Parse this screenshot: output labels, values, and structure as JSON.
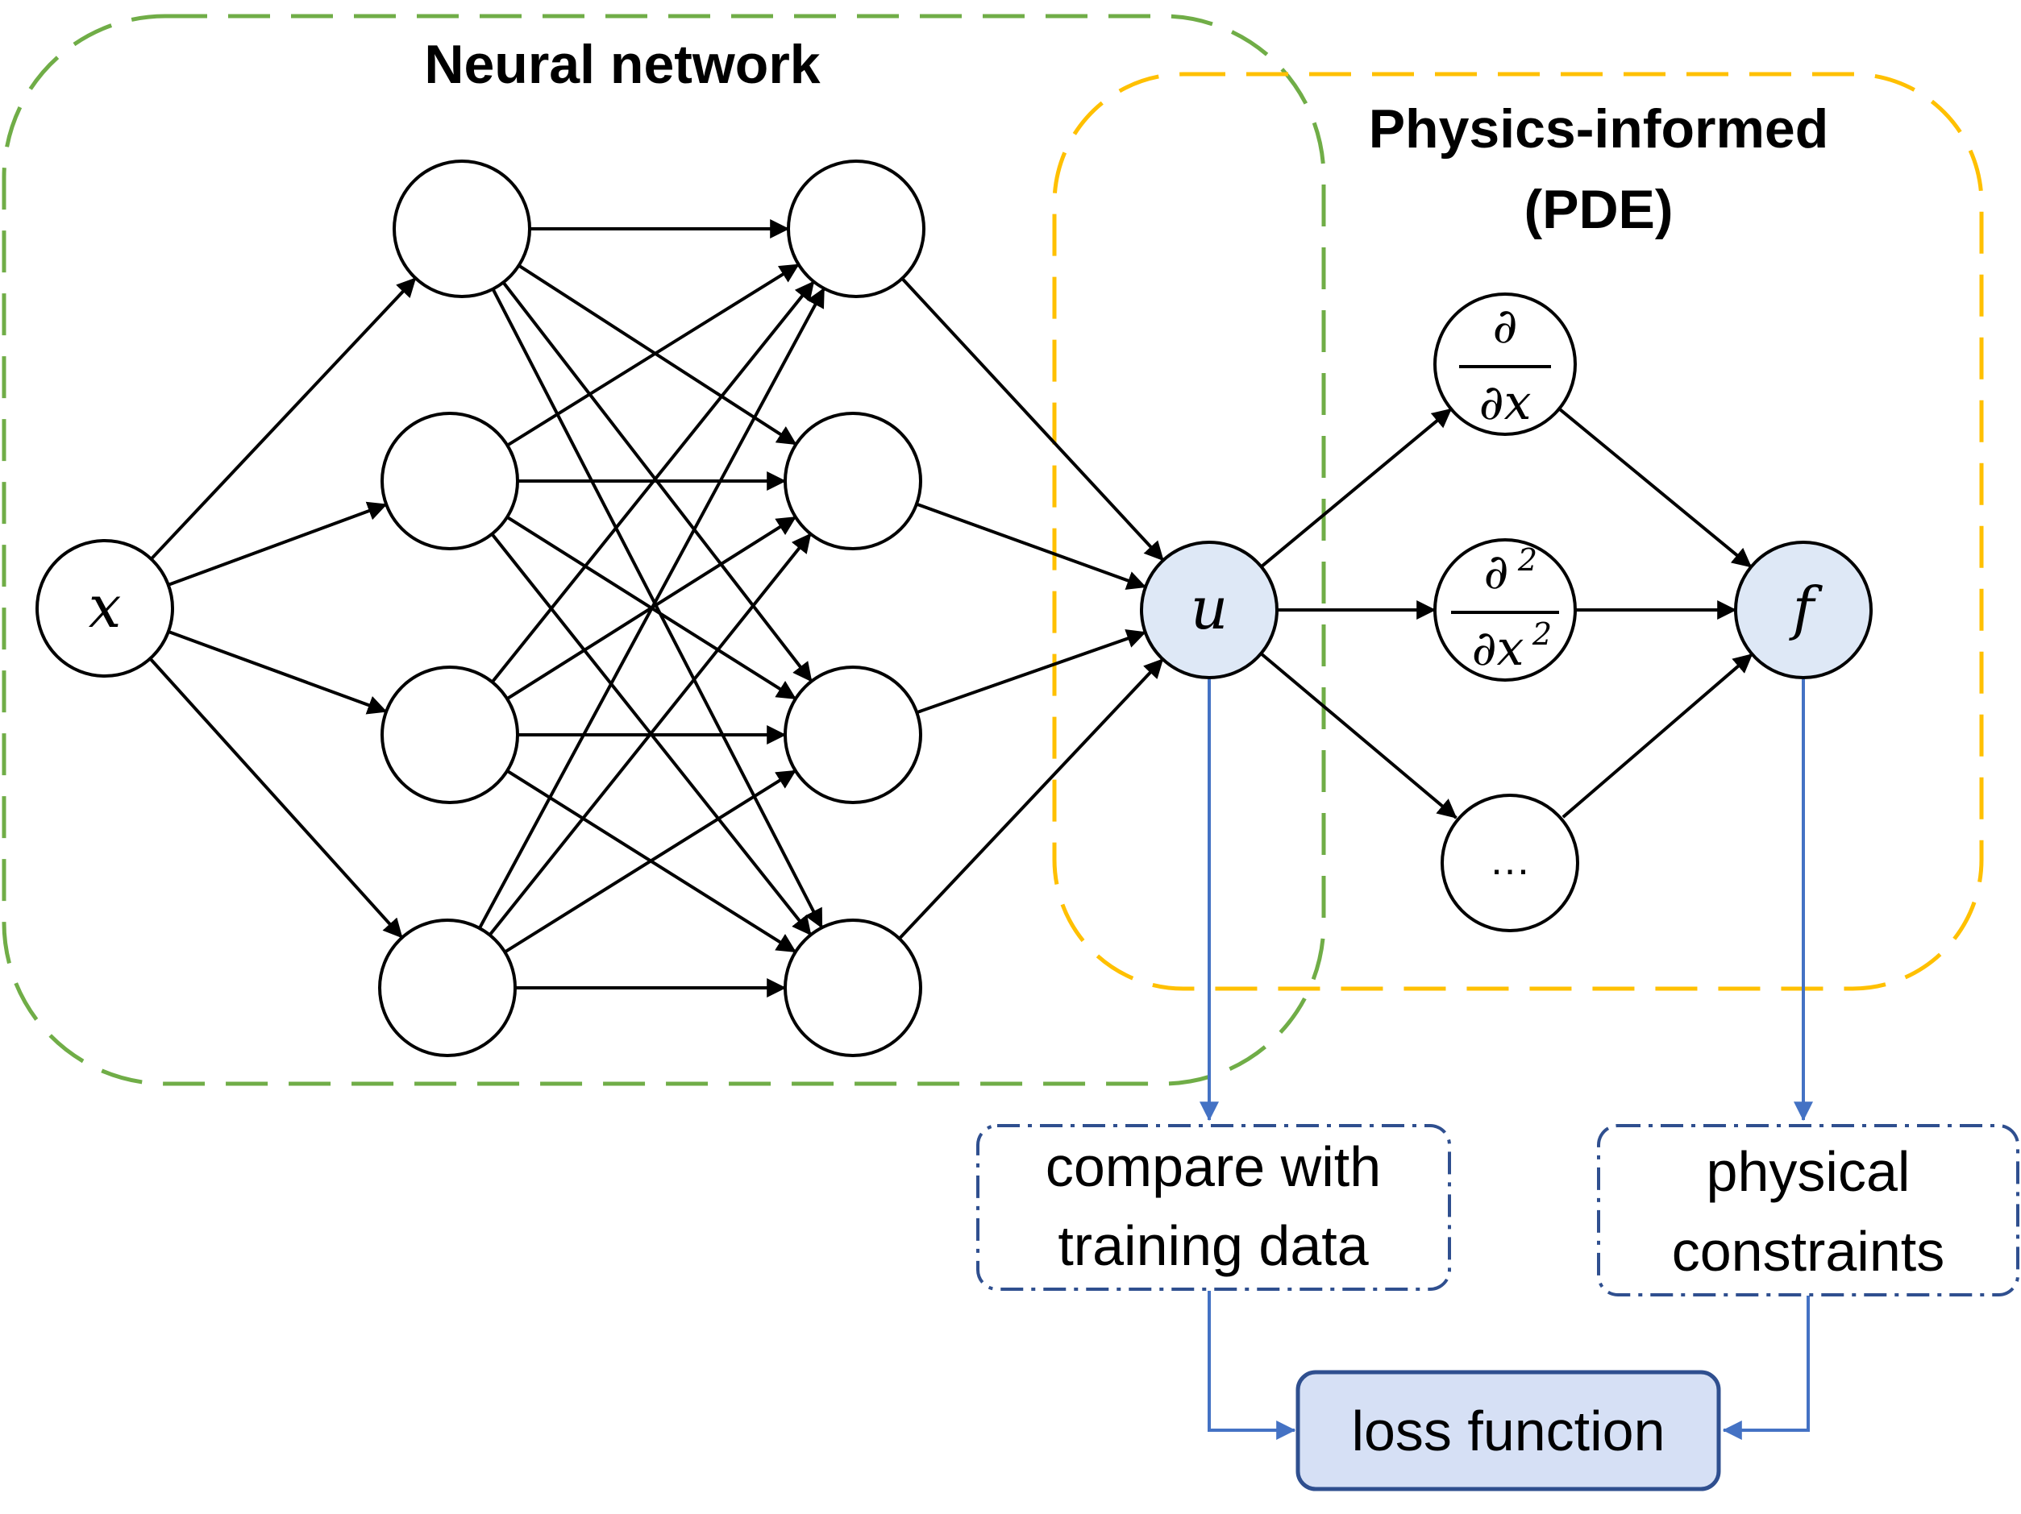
{
  "groups": {
    "neural_network": {
      "title": "Neural network",
      "color": "#70ad47"
    },
    "physics": {
      "title_line1": "Physics-informed",
      "title_line2": "(PDE)",
      "color": "#ffc000"
    }
  },
  "nodes": {
    "input": "x",
    "output": "u",
    "residual": "f",
    "d_dx": {
      "num": "∂",
      "den": "∂x"
    },
    "d2_dx2": {
      "num": "∂",
      "num_exp": "2",
      "den": "∂x",
      "den_exp": "2"
    },
    "ellipsis": "…"
  },
  "boxes": {
    "compare": {
      "line1": "compare with",
      "line2": "training data"
    },
    "physical": {
      "line1": "physical",
      "line2": "constraints"
    },
    "loss": "loss function"
  },
  "colors": {
    "flow_arrow": "#4472c4",
    "box_border": "#2f4f8f",
    "node_highlight": "#dee8f6",
    "loss_fill": "#d6e0f5"
  }
}
